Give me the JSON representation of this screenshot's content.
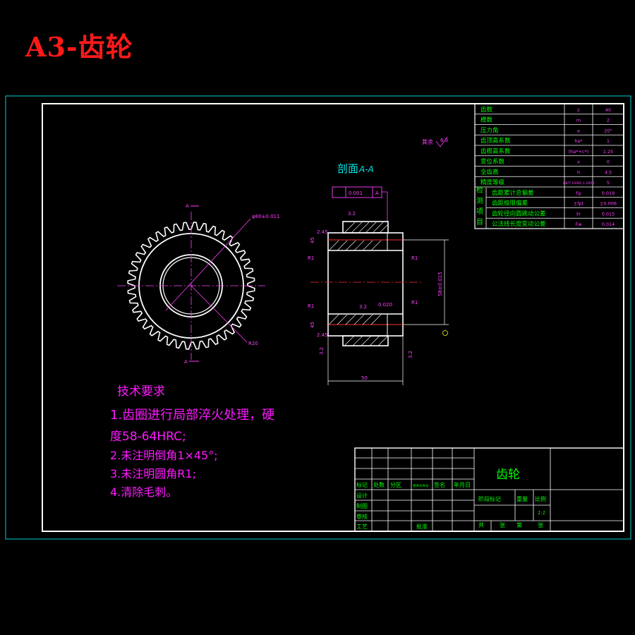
{
  "title": "A3-齿轮",
  "section": {
    "label": "剖面",
    "label2": "A-A"
  },
  "roughness_other": "其余",
  "roughness_value": "6.3",
  "datum_A": "A",
  "tolerance_frame": {
    "value": "0.001",
    "datum": "A"
  },
  "dims": {
    "bore_dia": "φ80±0.011",
    "r20": "R20",
    "width": "50",
    "height": "58±0.015",
    "r1": "R1",
    "c32": "3.2",
    "c020": "0.020",
    "dim45": "45",
    "dim245": "2.45"
  },
  "params": [
    {
      "name": "齿数",
      "sym": "z",
      "val": "40"
    },
    {
      "name": "模数",
      "sym": "m",
      "val": "2"
    },
    {
      "name": "压力角",
      "sym": "α",
      "val": "20°"
    },
    {
      "name": "齿顶高系数",
      "sym": "ha*",
      "val": "1"
    },
    {
      "name": "齿根高系数",
      "sym": "(ha*+c*)",
      "val": "1.25"
    },
    {
      "name": "变位系数",
      "sym": "x",
      "val": "0"
    },
    {
      "name": "全齿高",
      "sym": "h",
      "val": "4.5"
    },
    {
      "name": "精度等级",
      "sym": "GB/T 10095.1-2008",
      "val": "5"
    }
  ],
  "check_group": "检测项目",
  "checks": [
    {
      "name": "齿距累计总偏差",
      "sym": "Fp",
      "val": "0.019"
    },
    {
      "name": "齿距极限偏差",
      "sym": "±fpt",
      "val": "±0.006"
    },
    {
      "name": "齿轮径向圆跳动公差",
      "sym": "Fr",
      "val": "0.015"
    },
    {
      "name": "公法线长度变动公差",
      "sym": "Fw",
      "val": "0.014"
    }
  ],
  "tech_req": {
    "heading": "技术要求",
    "line1": "1.齿圈进行局部淬火处理，硬",
    "line2": "度58-64HRC;",
    "line3": "2.未注明倒角1×45°;",
    "line4": "3.未注明圆角R1;",
    "line5": "4.清除毛刺。"
  },
  "title_block": {
    "part_name": "齿轮",
    "row_labels": [
      "标记",
      "处数",
      "分区",
      "更改文件号",
      "签名",
      "年月日"
    ],
    "design": "设计",
    "drawing": "制图",
    "review": "审核",
    "craft": "工艺",
    "approve": "批准",
    "stage_mark": "阶段标记",
    "weight": "重量",
    "scale": "比例",
    "scale_value": "1:1",
    "total": "共",
    "sheets": "张",
    "page": "第",
    "sheet": "张"
  }
}
